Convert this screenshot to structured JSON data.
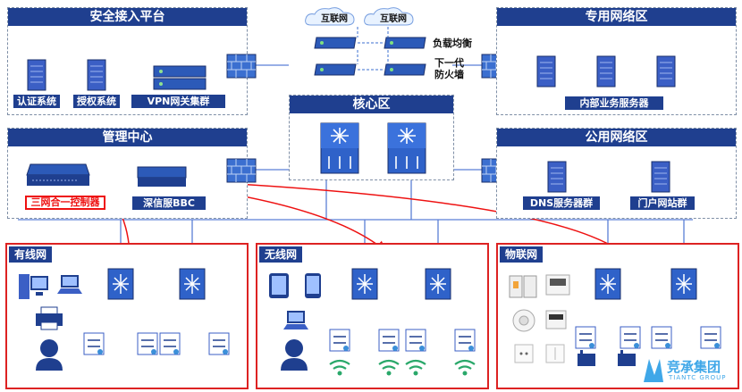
{
  "secure_access": {
    "title": "安全接入平台",
    "items": [
      "认证系统",
      "授权系统",
      "VPN网关集群"
    ]
  },
  "management": {
    "title": "管理中心",
    "items": [
      "三网合一控制器",
      "深信服BBC"
    ]
  },
  "internet": {
    "clouds": [
      "互联网",
      "互联网"
    ],
    "load_balance": "负载均衡",
    "firewall": "下一代\n防火墙"
  },
  "core": {
    "title": "核心区"
  },
  "private_zone": {
    "title": "专用网络区",
    "items": [
      "内部业务服务器"
    ]
  },
  "public_zone": {
    "title": "公用网络区",
    "items": [
      "DNS服务器群",
      "门户网站群"
    ]
  },
  "zones": {
    "wired": "有线网",
    "wireless": "无线网",
    "iot": "物联网"
  },
  "brand": {
    "name": "竞承集团",
    "sub": "TIANTC GROUP"
  },
  "colors": {
    "navy": "#1f3f8f",
    "red": "#dd2222",
    "line": "#5b7fd6"
  }
}
